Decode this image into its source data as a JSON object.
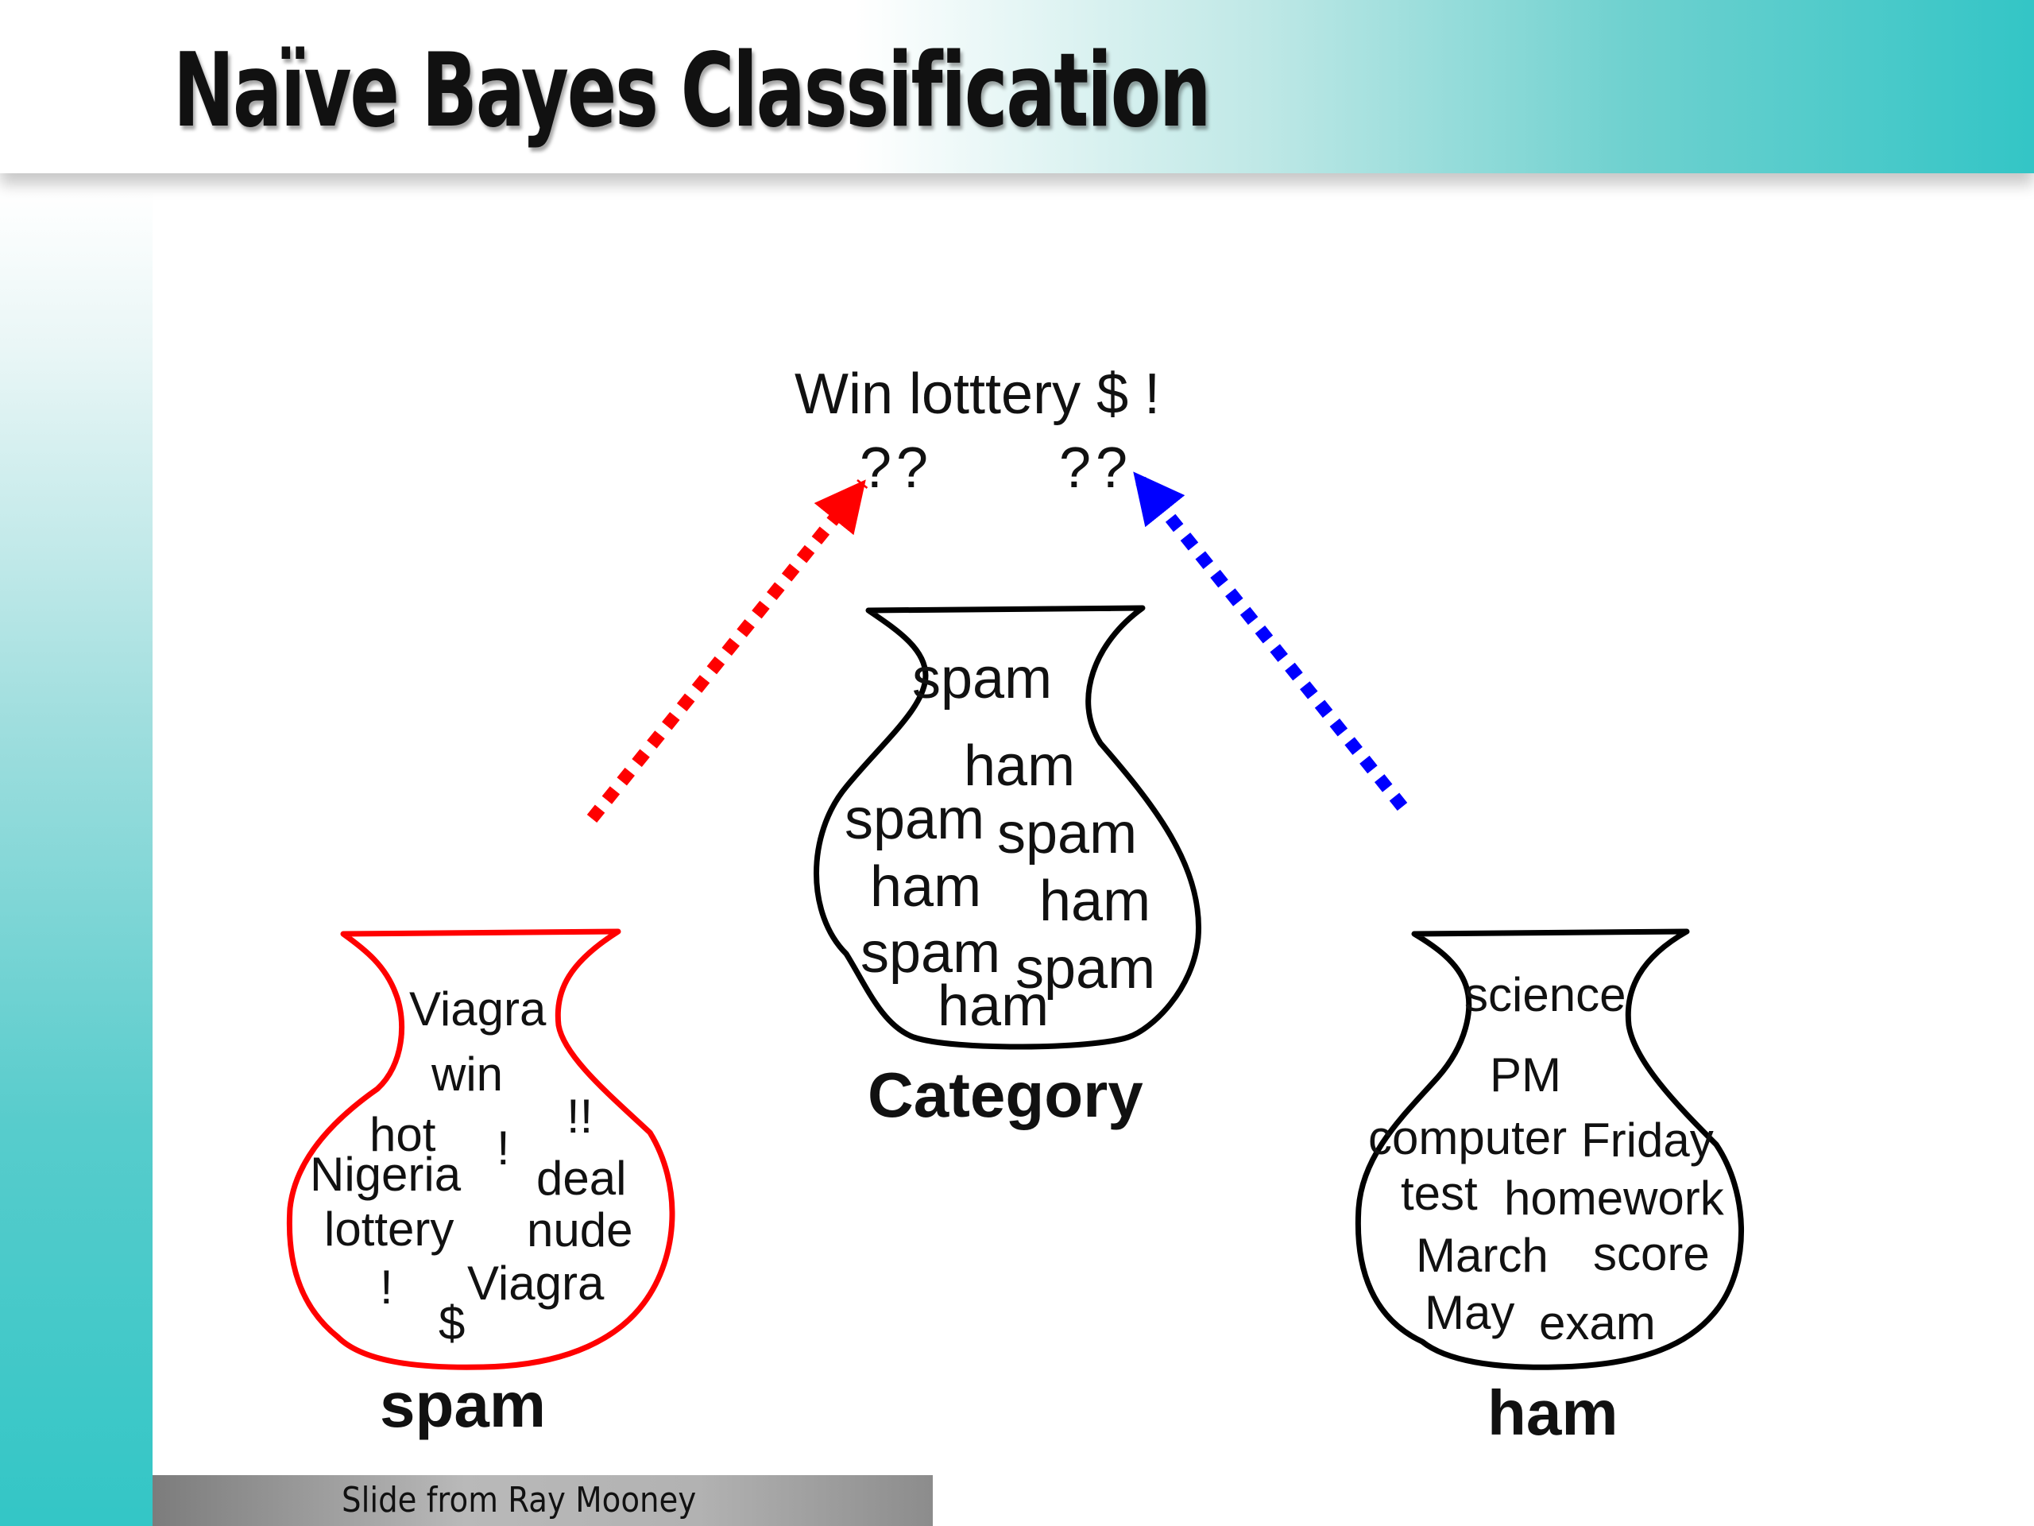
{
  "slide": {
    "title": "Naïve Bayes Classification",
    "credit": "Slide from Ray Mooney"
  },
  "diagram": {
    "query": {
      "text": "Win lotttery $ !",
      "unknown_left": "??",
      "unknown_right": "??"
    },
    "arrows": {
      "left_color": "#ff0000",
      "right_color": "#0000ff"
    },
    "category_jar": {
      "label": "Category",
      "stroke": "#000000",
      "words": [
        "spam",
        "ham",
        "spam",
        "spam",
        "ham",
        "ham",
        "spam",
        "spam",
        "ham"
      ]
    },
    "spam_jar": {
      "label": "spam",
      "stroke": "#ff0000",
      "words": [
        "Viagra",
        "win",
        "hot",
        "!!",
        "!",
        "Nigeria",
        "deal",
        "lottery",
        "nude",
        "!",
        "Viagra",
        "$"
      ]
    },
    "ham_jar": {
      "label": "ham",
      "stroke": "#000000",
      "words": [
        "science",
        "PM",
        "computer",
        "Friday",
        "test",
        "homework",
        "March",
        "score",
        "May",
        "exam"
      ]
    }
  }
}
